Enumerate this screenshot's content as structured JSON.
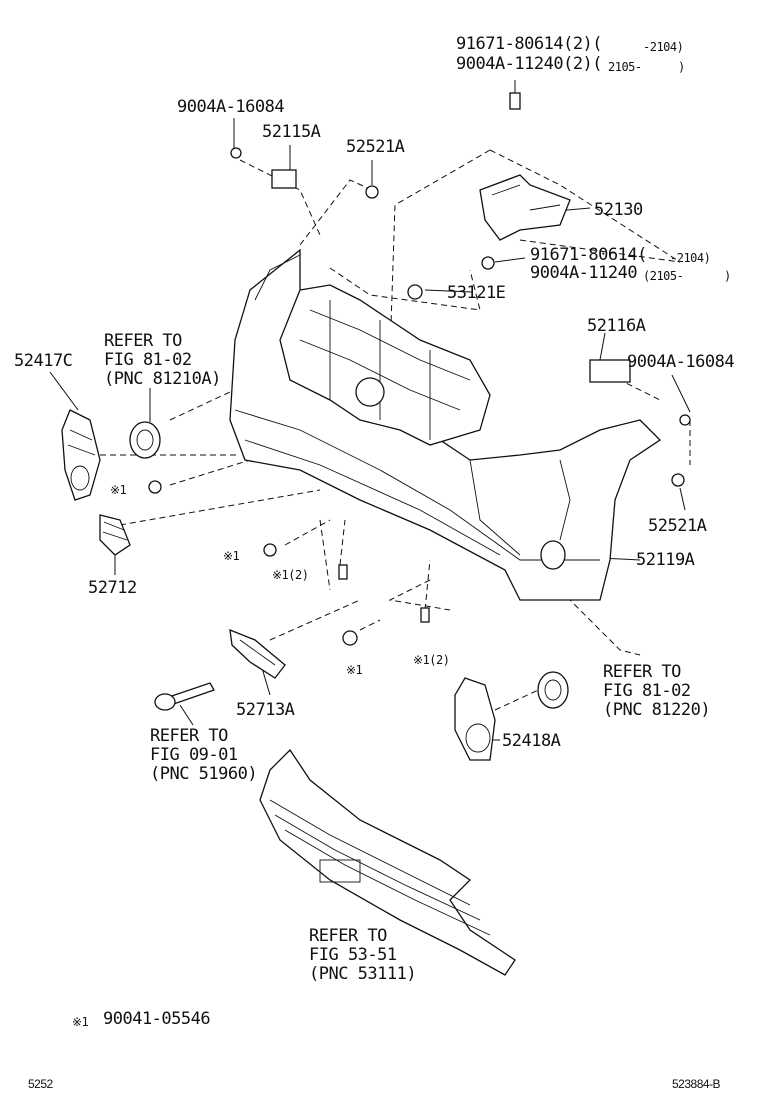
{
  "labels": {
    "p91671_a": "91671-80614(2)(",
    "p91671_a_rng": "-2104)",
    "p9004a_a": "9004A-11240(2)(",
    "p9004a_a_rng": "2105-",
    "p9004a_a_close": ")",
    "p9004a16084_l": "9004A-16084",
    "p52115a": "52115A",
    "p52521a_top": "52521A",
    "p52130": "52130",
    "p91671_b": "91671-80614(",
    "p91671_b_rng": "-2104)",
    "p9004a_b": "9004A-11240",
    "p9004a_b_rng": "(2105-",
    "p9004a_b_close": ")",
    "p53121e": "53121E",
    "p52116a": "52116A",
    "p9004a16084_r": "9004A-16084",
    "p52417c": "52417C",
    "refer_l1": "REFER TO",
    "refer_l2": "FIG 81-02",
    "refer_l3": "(PNC 81210A)",
    "note_a": "※1",
    "p52521a_r": "52521A",
    "p52712": "52712",
    "note_b": "※1",
    "note_c": "※1(2)",
    "p52119a": "52119A",
    "refer_r1": "REFER TO",
    "refer_r2": "FIG 81-02",
    "refer_r3": "(PNC 81220)",
    "note_d": "※1",
    "note_e": "※1(2)",
    "p52713a": "52713A",
    "p52418a": "52418A",
    "refer_b1": "REFER TO",
    "refer_b2": "FIG 09-01",
    "refer_b3": "(PNC 51960)",
    "refer_c1": "REFER TO",
    "refer_c2": "FIG 53-51",
    "refer_c3": "(PNC 53111)",
    "footnote_mark": "※1",
    "footnote_part": "90041-05546",
    "page_code": "5252",
    "image_code": "523884-B"
  }
}
